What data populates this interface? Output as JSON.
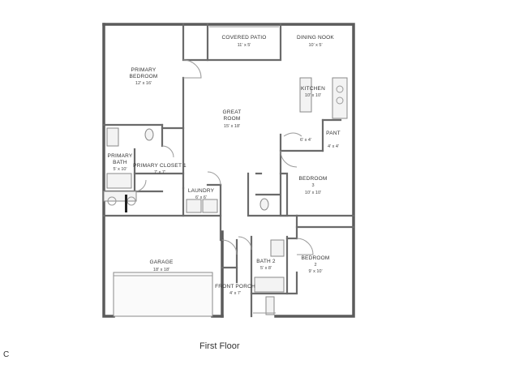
{
  "floor_label": "First Floor",
  "corner_mark": "C",
  "rooms": {
    "covered_patio": {
      "name": "COVERED PATIO",
      "dim": "11' x 5'"
    },
    "dining_nook": {
      "name": "DINING NOOK",
      "dim": "10' x 5'"
    },
    "primary_bedroom": {
      "name1": "PRIMARY",
      "name2": "BEDROOM",
      "dim": "12' x 16'"
    },
    "kitchen": {
      "name": "KITCHEN",
      "dim": "10' x 10'"
    },
    "great_room": {
      "name1": "GREAT",
      "name2": "ROOM",
      "dim": "15' x 18'"
    },
    "pantry": {
      "name": "PANT",
      "dim": "4' x 4'"
    },
    "nook_small": {
      "dim": "6' x 4'"
    },
    "primary_bath": {
      "name1": "PRIMARY",
      "name2": "BATH",
      "dim": "5' x 10'"
    },
    "primary_closet": {
      "name": "PRIMARY CLOSET 1",
      "dim": "7' x 7'"
    },
    "bedroom3": {
      "name": "BEDROOM",
      "num": "3",
      "dim": "10' x 10'"
    },
    "laundry": {
      "name": "LAUNDRY",
      "dim": "6' x 6'"
    },
    "garage": {
      "name": "GARAGE",
      "dim": "18' x 18'"
    },
    "bath2": {
      "name": "BATH 2",
      "dim": "5' x 8'"
    },
    "bedroom2": {
      "name": "BEDROOM",
      "num": "2",
      "dim": "9' x 10'"
    },
    "front_porch": {
      "name": "FRONT PORCH",
      "dim": "4' x 7'"
    }
  }
}
